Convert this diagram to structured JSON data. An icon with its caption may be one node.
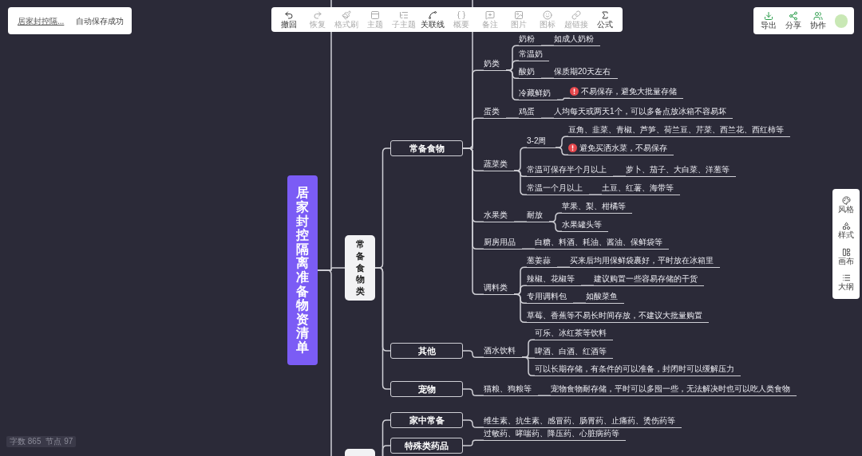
{
  "diagram": {
    "nodes": [
      {
        "text": [
          "居家封控隔离准备物资清单"
        ]
      },
      {
        "text": [
          "常备食物类"
        ]
      },
      {
        "text": [
          "常备食物"
        ]
      },
      {
        "text": [
          "奶类"
        ]
      },
      {
        "text": [
          "奶粉"
        ]
      },
      {
        "text": [
          "如成人奶粉"
        ]
      },
      {
        "text": [
          "常温奶"
        ]
      },
      {
        "text": [
          "酸奶"
        ]
      },
      {
        "text": [
          "保质期20天左右"
        ]
      },
      {
        "text": [
          "冷藏鲜奶"
        ]
      },
      {
        "text": [
          "不易保存，避免大批量存储"
        ]
      },
      {
        "text": [
          "蛋类"
        ]
      },
      {
        "text": [
          "鸡蛋"
        ]
      },
      {
        "text": [
          "人均每天或两天1个，可以多备点放冰箱不容易坏"
        ]
      },
      {
        "text": [
          "蔬菜类"
        ]
      },
      {
        "text": [
          "3-2周"
        ]
      },
      {
        "text": [
          "豆角、韭菜、青椒、芦笋、荷兰豆、芹菜、西兰花、西红柿等"
        ]
      },
      {
        "text": [
          "避免买洒水菜，不易保存"
        ]
      },
      {
        "text": [
          "常温可保存半个月以上"
        ]
      },
      {
        "text": [
          "萝卜、茄子、大白菜、洋葱等"
        ]
      },
      {
        "text": [
          "常温一个月以上"
        ]
      },
      {
        "text": [
          "土豆、红薯、海带等"
        ]
      },
      {
        "text": [
          "水果类"
        ]
      },
      {
        "text": [
          "耐放"
        ]
      },
      {
        "text": [
          "苹果、梨、柑橘等"
        ]
      },
      {
        "text": [
          "水果罐头等"
        ]
      },
      {
        "text": [
          "厨房用品"
        ]
      },
      {
        "text": [
          "白糖、料酒、耗油、酱油、保鲜袋等"
        ]
      },
      {
        "text": [
          "调料类"
        ]
      },
      {
        "text": [
          "葱姜蒜"
        ]
      },
      {
        "text": [
          "买来后均用保鲜袋裹好，平时放在冰箱里"
        ]
      },
      {
        "text": [
          "辣椒、花椒等"
        ]
      },
      {
        "text": [
          "建议购置一些容易存储的干货"
        ]
      },
      {
        "text": [
          "专用调料包"
        ]
      },
      {
        "text": [
          "如酸菜鱼"
        ]
      },
      {
        "text": [
          "草莓、香蕉等不易长时间存放，不建议大批量购置"
        ]
      },
      {
        "text": [
          "其他"
        ]
      },
      {
        "text": [
          "酒水饮料"
        ]
      },
      {
        "text": [
          "可乐、冰红茶等饮料"
        ]
      },
      {
        "text": [
          "啤酒、白酒、红酒等"
        ]
      },
      {
        "text": [
          "可以长期存储，有条件的可以准备，封闭时可以缓解压力"
        ]
      },
      {
        "text": [
          "宠物"
        ]
      },
      {
        "text": [
          "猫粮、狗粮等"
        ]
      },
      {
        "text": [
          "宠物食物耐存储，平时可以多囤一些，无法解决时也可以吃人类食物"
        ]
      },
      {
        "text": [],
        "shape": "box"
      },
      {
        "text": [
          "家中常备"
        ]
      },
      {
        "text": [
          "维生素、抗生素、感冒药、肠胃药、止痛药、烫伤药等"
        ]
      },
      {
        "text": [
          "特殊类药品"
        ]
      },
      {
        "text": [
          "过敏药、哮喘药、降压药、心脏病药等"
        ]
      }
    ],
    "edges": [
      {
        "from": 0,
        "to": 1,
        "arrow": "none"
      },
      {
        "from": 0,
        "to": 44,
        "arrow": "none"
      },
      {
        "from": 0,
        "to": null,
        "arrow": "none"
      },
      {
        "from": 1,
        "to": 2,
        "arrow": "none"
      },
      {
        "from": 1,
        "to": 36,
        "arrow": "none"
      },
      {
        "from": 1,
        "to": 41,
        "arrow": "none"
      },
      {
        "from": 2,
        "to": null,
        "arrow": "none"
      },
      {
        "from": 2,
        "to": 3,
        "arrow": "none"
      },
      {
        "from": 3,
        "to": 4,
        "arrow": "none"
      },
      {
        "from": 4,
        "to": 5,
        "arrow": "none"
      },
      {
        "from": 3,
        "to": 6,
        "arrow": "none"
      },
      {
        "from": 3,
        "to": 7,
        "arrow": "none"
      },
      {
        "from": 7,
        "to": 8,
        "arrow": "none"
      },
      {
        "from": 3,
        "to": 9,
        "arrow": "none"
      },
      {
        "from": 9,
        "to": 10,
        "arrow": "none"
      },
      {
        "from": 2,
        "to": 11,
        "arrow": "none"
      },
      {
        "from": 11,
        "to": 12,
        "arrow": "none"
      },
      {
        "from": 12,
        "to": 13,
        "arrow": "none"
      },
      {
        "from": 2,
        "to": 14,
        "arrow": "none"
      },
      {
        "from": 14,
        "to": 15,
        "arrow": "none"
      },
      {
        "from": 15,
        "to": 16,
        "arrow": "none"
      },
      {
        "from": 15,
        "to": 17,
        "arrow": "none"
      },
      {
        "from": 14,
        "to": 18,
        "arrow": "none"
      },
      {
        "from": 18,
        "to": 19,
        "arrow": "none"
      },
      {
        "from": 14,
        "to": 20,
        "arrow": "none"
      },
      {
        "from": 20,
        "to": 21,
        "arrow": "none"
      },
      {
        "from": 2,
        "to": 22,
        "arrow": "none"
      },
      {
        "from": 22,
        "to": 23,
        "arrow": "none"
      },
      {
        "from": 23,
        "to": 24,
        "arrow": "none"
      },
      {
        "from": 23,
        "to": 25,
        "arrow": "none"
      },
      {
        "from": 2,
        "to": 26,
        "arrow": "none"
      },
      {
        "from": 26,
        "to": 27,
        "arrow": "none"
      },
      {
        "from": 2,
        "to": 28,
        "arrow": "none"
      },
      {
        "from": 28,
        "to": 29,
        "arrow": "none"
      },
      {
        "from": 29,
        "to": 30,
        "arrow": "none"
      },
      {
        "from": 28,
        "to": 31,
        "arrow": "none"
      },
      {
        "from": 31,
        "to": 32,
        "arrow": "none"
      },
      {
        "from": 28,
        "to": 33,
        "arrow": "none"
      },
      {
        "from": 33,
        "to": 34,
        "arrow": "none"
      },
      {
        "from": 28,
        "to": 35,
        "arrow": "none"
      },
      {
        "from": 36,
        "to": 37,
        "arrow": "none"
      },
      {
        "from": 37,
        "to": 38,
        "arrow": "none"
      },
      {
        "from": 37,
        "to": 39,
        "arrow": "none"
      },
      {
        "from": 37,
        "to": 40,
        "arrow": "none"
      },
      {
        "from": 41,
        "to": 42,
        "arrow": "none"
      },
      {
        "from": 42,
        "to": 43,
        "arrow": "none"
      },
      {
        "from": 44,
        "to": 45,
        "arrow": "none"
      },
      {
        "from": 44,
        "to": 47,
        "arrow": "none"
      },
      {
        "from": 45,
        "to": 46,
        "arrow": "none"
      },
      {
        "from": 47,
        "to": 48,
        "arrow": "none"
      }
    ],
    "labels": [
      "居家封控隔...",
      "自动保存成功",
      "撤回",
      "恢复",
      "格式刷",
      "主题",
      "子主题",
      "关联线",
      "概要",
      "备注",
      "图片",
      "图标",
      "超链接",
      "公式",
      "导出",
      "分享",
      "协作",
      "风格",
      "样式",
      "画布",
      "大纲",
      "字数 865",
      "节点 97"
    ]
  }
}
